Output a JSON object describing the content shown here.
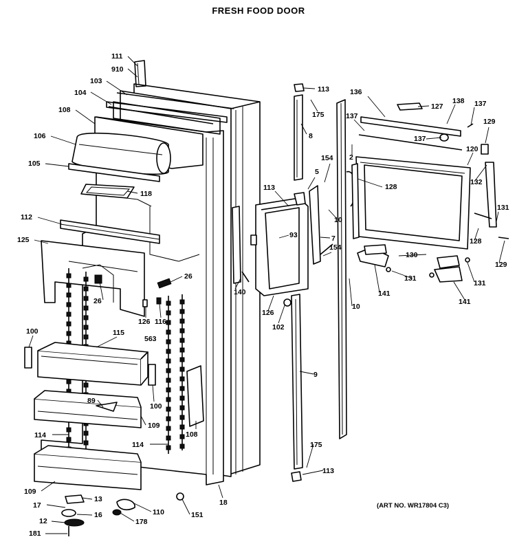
{
  "title": "FRESH FOOD DOOR",
  "art_number": "(ART NO. WR17804 C3)",
  "labels": [
    {
      "id": "l111",
      "text": "111"
    },
    {
      "id": "l910",
      "text": "910"
    },
    {
      "id": "l103",
      "text": "103"
    },
    {
      "id": "l104",
      "text": "104"
    },
    {
      "id": "l108a",
      "text": "108"
    },
    {
      "id": "l106",
      "text": "106"
    },
    {
      "id": "l105",
      "text": "105"
    },
    {
      "id": "l118",
      "text": "118"
    },
    {
      "id": "l112",
      "text": "112"
    },
    {
      "id": "l125",
      "text": "125"
    },
    {
      "id": "l26a",
      "text": "26"
    },
    {
      "id": "l26b",
      "text": "26"
    },
    {
      "id": "l126a",
      "text": "126"
    },
    {
      "id": "l116",
      "text": "116"
    },
    {
      "id": "l563",
      "text": "563"
    },
    {
      "id": "l140",
      "text": "140"
    },
    {
      "id": "l100a",
      "text": "100"
    },
    {
      "id": "l115",
      "text": "115"
    },
    {
      "id": "l100b",
      "text": "100"
    },
    {
      "id": "l89",
      "text": "89"
    },
    {
      "id": "l109a",
      "text": "109"
    },
    {
      "id": "l114a",
      "text": "114"
    },
    {
      "id": "l114b",
      "text": "114"
    },
    {
      "id": "l108b",
      "text": "108"
    },
    {
      "id": "l109b",
      "text": "109"
    },
    {
      "id": "l13",
      "text": "13"
    },
    {
      "id": "l17",
      "text": "17"
    },
    {
      "id": "l16",
      "text": "16"
    },
    {
      "id": "l12",
      "text": "12"
    },
    {
      "id": "l181",
      "text": "181"
    },
    {
      "id": "l178",
      "text": "178"
    },
    {
      "id": "l110",
      "text": "110"
    },
    {
      "id": "l151",
      "text": "151"
    },
    {
      "id": "l18",
      "text": "18"
    },
    {
      "id": "l113a",
      "text": "113"
    },
    {
      "id": "l175a",
      "text": "175"
    },
    {
      "id": "l8",
      "text": "8"
    },
    {
      "id": "l154a",
      "text": "154"
    },
    {
      "id": "l5",
      "text": "5"
    },
    {
      "id": "l113b",
      "text": "113"
    },
    {
      "id": "l93",
      "text": "93"
    },
    {
      "id": "l10a",
      "text": "10"
    },
    {
      "id": "l7",
      "text": "7"
    },
    {
      "id": "l154b",
      "text": "154"
    },
    {
      "id": "l126b",
      "text": "126"
    },
    {
      "id": "l102",
      "text": "102"
    },
    {
      "id": "l9",
      "text": "9"
    },
    {
      "id": "l175b",
      "text": "175"
    },
    {
      "id": "l113c",
      "text": "113"
    },
    {
      "id": "l136",
      "text": "136"
    },
    {
      "id": "l127",
      "text": "127"
    },
    {
      "id": "l138",
      "text": "138"
    },
    {
      "id": "l137a",
      "text": "137"
    },
    {
      "id": "l137b",
      "text": "137"
    },
    {
      "id": "l137c",
      "text": "137"
    },
    {
      "id": "l129a",
      "text": "129"
    },
    {
      "id": "l2",
      "text": "2"
    },
    {
      "id": "l120",
      "text": "120"
    },
    {
      "id": "l128a",
      "text": "128"
    },
    {
      "id": "l132",
      "text": "132"
    },
    {
      "id": "l131a",
      "text": "131"
    },
    {
      "id": "l128b",
      "text": "128"
    },
    {
      "id": "l129b",
      "text": "129"
    },
    {
      "id": "l130",
      "text": "130"
    },
    {
      "id": "l131b",
      "text": "131"
    },
    {
      "id": "l131c",
      "text": "131"
    },
    {
      "id": "l141a",
      "text": "141"
    },
    {
      "id": "l141b",
      "text": "141"
    },
    {
      "id": "l10b",
      "text": "10"
    }
  ]
}
